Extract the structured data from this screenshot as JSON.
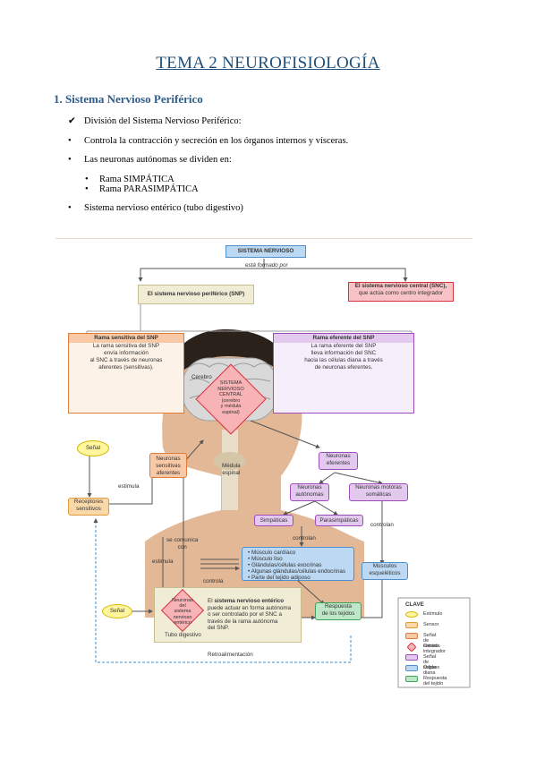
{
  "doc": {
    "title": "TEMA 2 NEUROFISIOLOGÍA",
    "section": "1. Sistema Nervioso Periférico",
    "bullets": [
      {
        "mark": "✔",
        "text": "División del Sistema Nervioso Periférico:"
      },
      {
        "mark": "•",
        "text": "Controla la contracción y secreción en los órganos internos y vísceras."
      },
      {
        "mark": "•",
        "text": "Las neuronas autónomas se dividen en:"
      }
    ],
    "sub_bullets": [
      "Rama SIMPÁTICA",
      "Rama PARASIMPÁTICA"
    ],
    "last_bullet": {
      "mark": "•",
      "text": "Sistema nervioso entérico (tubo digestivo)"
    }
  },
  "diagram": {
    "top_box": "SISTEMA NERVIOSO",
    "formed_by": "está formado por",
    "snp": "El sistema nervioso periférico (SNP)",
    "snc_line1": "El sistema nervioso central (SNC),",
    "snc_line2": "que actúa como centro integrador",
    "sensory_title": "Rama sensitiva del SNP",
    "sensory_text": [
      "La rama sensitiva del SNP",
      "envía información",
      "al SNC a través de neuronas",
      "aferentes (sensitivas)."
    ],
    "efferent_title": "Rama eferente del SNP",
    "efferent_text": [
      "La rama eferente del SNP",
      "lleva información del SNC",
      "hacia las células diana a través",
      "de neuronas eferentes."
    ],
    "brain_label": "Cerebro",
    "cns_center": [
      "SISTEMA",
      "NERVIOSO",
      "CENTRAL",
      "(cerebro",
      "y médula",
      "espinal)"
    ],
    "spinal_cord": [
      "Médula",
      "espinal"
    ],
    "signal": "Señal",
    "receptors": [
      "Receptores",
      "sensitivos"
    ],
    "stimulates": "estimula",
    "sensory_neurons": [
      "Neuronas",
      "sensitivas",
      "aferentes"
    ],
    "efferent_neurons": [
      "Neuronas",
      "eferentes"
    ],
    "autonomic_neurons": [
      "Neuronas",
      "autónomas"
    ],
    "somatic_motor": [
      "Neuronas motoras",
      "somáticas"
    ],
    "sympathetic": "Simpáticas",
    "parasympathetic": "Parasimpáticas",
    "control": "controlan",
    "control_single": "controla",
    "control_left": "controlan",
    "communicates": [
      "se comunica",
      "con"
    ],
    "stimulates2": "estimula",
    "targets": [
      "• Músculo cardíaco",
      "• Músculo liso",
      "• Glándulas/células exocrinas",
      "• Algunas glándulas/células endocrinas",
      "• Parte del tejido adiposo"
    ],
    "skeletal": [
      "Músculos",
      "esqueléticos"
    ],
    "enteric_neurons": [
      "Neuronas",
      "del",
      "sistema",
      "nervioso",
      "entérico"
    ],
    "enteric_text_pre": "El ",
    "enteric_text_bold": "sistema nervioso entérico",
    "enteric_text_rest": [
      "puede actuar en forma autónoma",
      "o ser controlado por el SNC a",
      "través de la rama autónoma",
      "del SNP."
    ],
    "gut": "Tubo digestivo",
    "tissue_response": [
      "Respuesta",
      "de los tejidos"
    ],
    "feedback": "Retroalimentación",
    "legend_title": "CLAVE",
    "legend": [
      {
        "label": "Estímulo",
        "color": "#fff59d",
        "border": "#d4b800",
        "shape": "oval"
      },
      {
        "label": "Sensor",
        "color": "#fbd8a8",
        "border": "#e39a3b",
        "shape": "rect"
      },
      {
        "label": "Señal de entrada",
        "color": "#f8c9a6",
        "border": "#e07b39",
        "shape": "rect"
      },
      {
        "label": "Centro integrador",
        "color": "#f7b3b6",
        "border": "#d9333f",
        "shape": "diamond"
      },
      {
        "label": "Señal de salida",
        "color": "#e3c9ee",
        "border": "#9c4dba",
        "shape": "rect"
      },
      {
        "label": "Órgano diana",
        "color": "#bcd8f2",
        "border": "#4f8fce",
        "shape": "rect"
      },
      {
        "label": "Respuesta del tejido",
        "color": "#bde7c6",
        "border": "#3da35a",
        "shape": "rect"
      }
    ]
  }
}
